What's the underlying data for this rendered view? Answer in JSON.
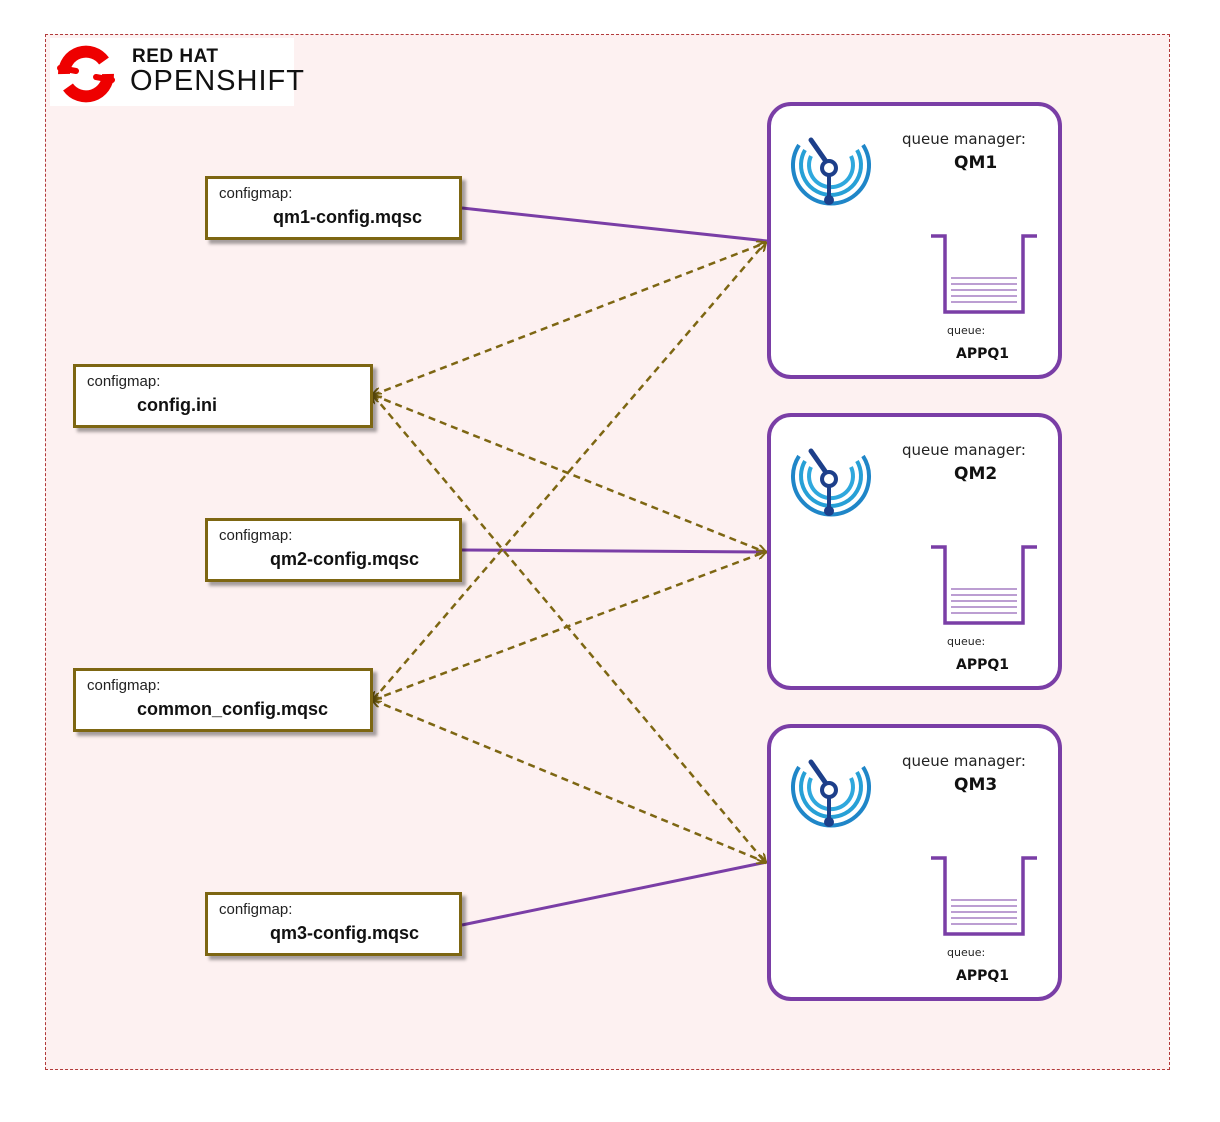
{
  "logo": {
    "brand": "RED HAT",
    "product": "OPENSHIFT",
    "icon": "red-hat-logo-icon",
    "color": "#ee0000"
  },
  "colors": {
    "frame_border": "#b23a3a",
    "frame_background": "#fdf1f1",
    "configmap_border": "#7d6612",
    "queue_manager_border": "#7a3ea6",
    "solid_link": "#7a3ea6",
    "dashed_link": "#7d6612",
    "mq_icon_dark": "#1d3f8a",
    "mq_icon_light": "#2fa8dd"
  },
  "configmaps": {
    "qm1": {
      "label": "configmap:",
      "name": "qm1-config.mqsc"
    },
    "ini": {
      "label": "configmap:",
      "name": "config.ini"
    },
    "qm2": {
      "label": "configmap:",
      "name": "qm2-config.mqsc"
    },
    "common": {
      "label": "configmap:",
      "name": "common_config.mqsc"
    },
    "qm3": {
      "label": "configmap:",
      "name": "qm3-config.mqsc"
    }
  },
  "queue_managers": {
    "qm1": {
      "label": "queue manager:",
      "name": "QM1",
      "queue_label": "queue:",
      "queue_name": "APPQ1",
      "icon": "ibm-mq-icon"
    },
    "qm2": {
      "label": "queue manager:",
      "name": "QM2",
      "queue_label": "queue:",
      "queue_name": "APPQ1",
      "icon": "ibm-mq-icon"
    },
    "qm3": {
      "label": "queue manager:",
      "name": "QM3",
      "queue_label": "queue:",
      "queue_name": "APPQ1",
      "icon": "ibm-mq-icon"
    }
  },
  "links": [
    {
      "from": "qm1-config.mqsc",
      "to": "QM1",
      "style": "solid"
    },
    {
      "from": "qm2-config.mqsc",
      "to": "QM2",
      "style": "solid"
    },
    {
      "from": "qm3-config.mqsc",
      "to": "QM3",
      "style": "solid"
    },
    {
      "from": "config.ini",
      "to": "QM1",
      "style": "dashed",
      "arrow": "both"
    },
    {
      "from": "config.ini",
      "to": "QM2",
      "style": "dashed",
      "arrow": "both"
    },
    {
      "from": "config.ini",
      "to": "QM3",
      "style": "dashed",
      "arrow": "both"
    },
    {
      "from": "common_config.mqsc",
      "to": "QM1",
      "style": "dashed",
      "arrow": "both"
    },
    {
      "from": "common_config.mqsc",
      "to": "QM2",
      "style": "dashed",
      "arrow": "both"
    },
    {
      "from": "common_config.mqsc",
      "to": "QM3",
      "style": "dashed",
      "arrow": "both"
    }
  ]
}
